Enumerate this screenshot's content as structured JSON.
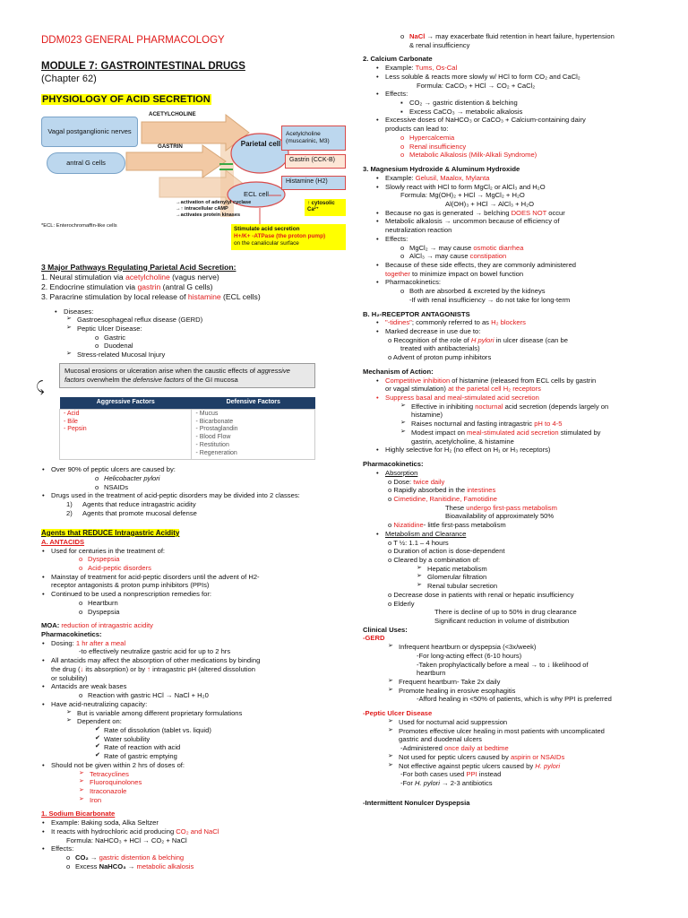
{
  "header": {
    "course": "DDM023 GENERAL PHARMACOLOGY",
    "module": "MODULE 7: GASTROINTESTINAL DRUGS",
    "chapter": "(Chapter 62)",
    "section": "PHYSIOLOGY OF ACID SECRETION"
  },
  "diagram": {
    "vagal": "Vagal postganglionic nerves",
    "antral": "antral G cells",
    "acetylcholine": "ACETYLCHOLINE",
    "gastrin": "GASTRIN",
    "parietal": "Parietal cell",
    "ecl": "ECL cell",
    "r1": "Acetylcholine (muscarinic, M3)",
    "r2": "Gastrin (CCK-B)",
    "r3": "Histamine (H2)",
    "ca": "↑ cytosolic Ca²⁺",
    "act1": "→activation of adenylyl cyclase",
    "act2": "→↑ intracellular cAMP",
    "act3": "→activates protein kinases",
    "ecl_note": "*ECL: Enterochromaffin-like cells",
    "stim1": "Stimulate acid secretion",
    "stim2": "H+/K+ -ATPase (the proton pump)",
    "stim3": "on the canalicular surface"
  },
  "pathways": {
    "title": "3 Major Pathways Regulating Parietal Acid Secretion:",
    "p1a": "1. Neural stimulation via ",
    "p1b": "acetylcholine",
    "p1c": " (vagus nerve)",
    "p2a": "2. Endocrine stimulation via ",
    "p2b": "gastrin",
    "p2c": " (antral G cells)",
    "p3a": "3. Paracrine stimulation by local release of ",
    "p3b": "histamine",
    "p3c": " (ECL cells)"
  },
  "diseases": {
    "label": "Diseases:",
    "d1": "Gastroesophageal reflux disease (GERD)",
    "d2": "Peptic Ulcer Disease:",
    "d2a": "Gastric",
    "d2b": "Duodenal",
    "d3": "Stress-related Mucosal Injury"
  },
  "mucosa": {
    "t1": "Mucosal erosions or ulceration",
    "t2": " arise when the caustic effects of ",
    "t3": "aggressive factors",
    "t4": " overwhelm the ",
    "t5": "defensive factors",
    "t6": " of the GI mucosa"
  },
  "factors": {
    "agg_header": "Aggressive Factors",
    "def_header": "Defensive Factors",
    "aggressive": [
      "- Acid",
      "- Bile",
      "- Pepsin"
    ],
    "defensive": [
      "- Mucus",
      "- Bicarbonate",
      "- Prostaglandin",
      "- Blood Flow",
      "- Restitution",
      "- Regeneration"
    ]
  },
  "ulcers": {
    "l1": "Over 90% of peptic ulcers are caused by:",
    "l1a": "Helicobacter pylori",
    "l1b": "NSAIDs",
    "l2": "Drugs used in the treatment of acid-peptic disorders may be divided into 2 classes:",
    "c1n": "1)",
    "c1": "Agents that reduce intragastric acidity",
    "c2n": "2)",
    "c2": "Agents that promote mucosal defense"
  },
  "reduce": {
    "title": "Agents that REDUCE Intragastric Acidity",
    "antacids": "A. ANTACIDS",
    "u1": "Used for centuries in the treatment of:",
    "u1a": "Dyspepsia",
    "u1b": "Acid-peptic disorders",
    "u2a": "Mainstay of treatment for acid-peptic disorders until the advent of H2-",
    "u2b": "receptor antagonists & proton pump inhibitors (PPIs)",
    "u3": "Continued to be used a nonprescription remedies for:",
    "u3a": "Heartburn",
    "u3b": "Dyspepsia",
    "moa_lbl": "MOA: ",
    "moa": "reduction of intragastric acidity",
    "pk": "Pharmacokinetics:",
    "dose_a": "Dosing: ",
    "dose_b": "1 hr after a meal",
    "dose_c": "-to effectively neutralize gastric acid for up to 2 hrs",
    "all_a": "All antacids may affect the absorption of other medications by binding",
    "all_b1": "the drug (",
    "all_b2": "↓",
    "all_b3": " its absorption) or by ",
    "all_b4": "↑",
    "all_b5": " intragastric pH (altered dissolution",
    "all_c": "or solubility)",
    "weak": "Antacids are weak bases",
    "react": "Reaction with gastric HCl → NaCl + H₂0",
    "cap": "Have acid-neutralizing capacity:",
    "cap1": "But is variable among different proprietary formulations",
    "cap2": "Dependent on:",
    "k1": "Rate of dissolution (tablet vs. liquid)",
    "k2": "Water solubility",
    "k3": "Rate of reaction with acid",
    "k4": "Rate of gastric emptying",
    "notgiven": "Should not be given within 2 hrs of doses of:",
    "ng": [
      "Tetracyclines",
      "Fluoroquinolones",
      "Itraconazole",
      "Iron"
    ]
  },
  "sodium": {
    "title": "1.  Sodium Bicarbonate",
    "e1": "Example: Baking soda, Alka Seltzer",
    "r_a": "It reacts with hydrochloric acid producing ",
    "r_b": "CO₂ and NaCl",
    "formula": "Formula: NaHCO₃ + HCl → CO₂ + NaCl",
    "effects": "Effects:",
    "ef1a": "CO₂",
    "ef1b": " → ",
    "ef1c": "gastric distention & belching",
    "ef2a": "Excess ",
    "ef2b": "NaHCO₃",
    "ef2c": " → ",
    "ef2d": "metabolic alkalosis"
  },
  "right_top": {
    "nacl_a": "NaCl",
    "nacl_b": " → may exacerbate fluid retention in heart failure, hypertension",
    "nacl_c": "& renal insufficiency"
  },
  "calcium": {
    "title": "2.  Calcium Carbonate",
    "ex_a": "Example: ",
    "ex_b": "Tums, Os-Cal",
    "less": "Less soluble & reacts more slowly w/ HCl to form CO₂ and CaCl₂",
    "formula": "Formula: CaCO₃ + HCl → CO₂ + CaCl₂",
    "effects": "Effects:",
    "ef1": "CO₂ → gastric distention & belching",
    "ef2": "Excess CaCO₃ → metabolic alkalosis",
    "exc1": "Excessive doses of NaHCO₃ or CaCO₃ + Calcium-containing dairy",
    "exc2": "products can lead to:",
    "l": [
      "Hypercalcemia",
      "Renal insufficiency",
      "Metabolic Alkalosis (Milk-Alkali Syndrome)"
    ]
  },
  "magnesium": {
    "title": "3.  Magnesium Hydroxide & Aluminum Hydroxide",
    "ex_a": "Example: ",
    "ex_b": "Gelusil, Maalox, Mylanta",
    "slow": "Slowly react with HCl to form MgCl₂ or AlCl₃ and H₂O",
    "f1": "Formula: Mg(OH)₂ + HCl → MgCl₂ + H₂O",
    "f2": "Al(OH)₃ + HCl → AlCl₃ + H₂O",
    "gas_a": "Because no gas is generated → belching ",
    "gas_b": "DOES NOT",
    "gas_c": " occur",
    "met1": "Metabolic alkalosis → uncommon because of efficiency of",
    "met2": "neutralization reaction",
    "effects": "Effects:",
    "ef1a": "MgCl₂ → may cause ",
    "ef1b": "osmotic diarrhea",
    "ef2a": "AlCl₃ → may cause ",
    "ef2b": "constipation",
    "bec1": "Because of these side effects, they are commonly administered",
    "bec2a": "together",
    "bec2b": " to minimize impact on bowel function",
    "pk": "Pharmacokinetics:",
    "pk1": "Both are absorbed & excreted by the kidneys",
    "pk2": "-If with renal insufficiency → do not take for long-term"
  },
  "h2": {
    "title": "B. H₂-RECEPTOR ANTAGONISTS",
    "t1a": "\"-tidines\"",
    "t1b": "; commonly referred to as ",
    "t1c": "H₂ blockers",
    "dec": "Marked decrease in use due to:",
    "dec1a": "o Recognition of the role of ",
    "dec1b": "H pylori",
    "dec1c": " in ulcer disease (can be",
    "dec1d": "treated with antibacterials)",
    "dec2": "o Advent of proton pump inhibitors",
    "moa": "Mechanism of Action:",
    "m1a": "Competitive inhibition",
    "m1b": " of histamine (released from ECL cells by gastrin",
    "m1c": "or vagal stimulation) ",
    "m1d": "at the parietal cell H₂ receptors",
    "m2": "Suppress basal and meal-stimulated acid secretion",
    "m2a1": "Effective in inhibiting ",
    "m2a2": "nocturnal",
    "m2a3": " acid secretion (depends largely on",
    "m2a4": "histamine)",
    "m2b1": "Raises nocturnal and fasting intragastric ",
    "m2b2": "pH to 4-5",
    "m2c1": "Modest impact on ",
    "m2c2": "meal-stimulated acid secretion",
    "m2c3": " stimulated by",
    "m2c4": "gastrin, acetylcholine, & histamine",
    "m3": "Highly selective for H₂ (no effect on H₁ or H₃ receptors)",
    "pk": "Pharmacokinetics:",
    "abs": "Absorption",
    "a1a": "o Dose: ",
    "a1b": "twice daily",
    "a2a": "o Rapidly absorbed in the ",
    "a2b": "intestines",
    "a3a": "o ",
    "a3b": "Cimetidine, Ranitidine, Famotidine",
    "a4a": "These ",
    "a4b": "undergo first-pass metabolism",
    "a5": "Bioavailability of approximately 50%",
    "a6a": "o ",
    "a6b": "Nizatidine",
    "a6c": "- little first-pass metabolism",
    "met": "Metabolism and Clearance",
    "c1": "o T ½: 1.1 – 4 hours",
    "c2": "o Duration of action is dose-dependent",
    "c3": "o Cleared by a combination of:",
    "c3a": "Hepatic metabolism",
    "c3b": "Glomerular filtration",
    "c3c": "Renal tubular secretion",
    "c4": "o Decrease dose in patients with renal or hepatic insufficiency",
    "c5": "o Elderly",
    "c5a": "There is decline of up to 50% in drug clearance",
    "c5b": "Significant reduction in volume of distribution",
    "cu": "Clinical Uses:",
    "gerd": "-GERD",
    "g1": "Infrequent heartburn or dyspepsia (<3x/week)",
    "g1a": "-For long-acting effect (6-10 hours)",
    "g1b": "-Taken prophylactically before a meal → to ↓ likelihood of",
    "g1c": "heartburn",
    "g2": "Frequent heartburn- Take 2x daily",
    "g3": "Promote healing in erosive esophagitis",
    "g3a": "-Afford healing in <50% of patients, which is why PPI is preferred",
    "pud": "-Peptic Ulcer Disease",
    "p1": "Used for nocturnal acid suppression",
    "p2a": "Promotes effective ulcer healing in most patients with uncomplicated",
    "p2b": "gastric and duodenal ulcers",
    "p2c1": "-Administered ",
    "p2c2": "once daily at bedtime",
    "p3a": "Not used for peptic ulcers caused by ",
    "p3b": "aspirin or NSAIDs",
    "p4a": "Not effective against peptic ulcers caused by ",
    "p4b": "H. pylori",
    "p4c1": "-For both cases used ",
    "p4c2": "PPI",
    "p4c3": " instead",
    "p4d1": "-For ",
    "p4d2": "H. pylori",
    "p4d3": " → 2-3 antibiotics",
    "ind": "-Intermittent Nonulcer Dyspepsia"
  }
}
